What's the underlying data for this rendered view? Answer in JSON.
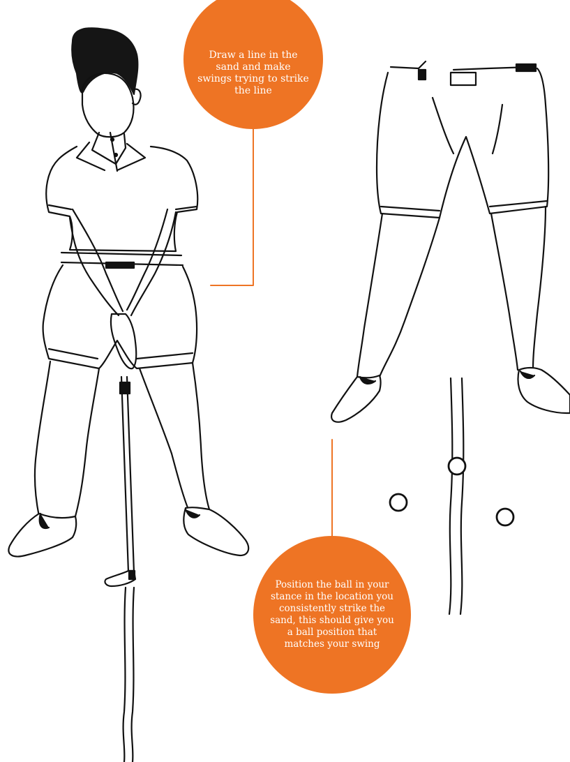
{
  "colors": {
    "accent": "#ee7424",
    "ink": "#111111",
    "hair": "#151515"
  },
  "callouts": {
    "top_text": "Draw a line in the sand and make swings trying to strike the line",
    "bottom_text": "Position the ball in your stance in the location you consistently strike the sand, this should give you a ball position that matches your swing"
  },
  "illustration": {
    "front_golfer": "golfer-front-view",
    "lower_body": "golfer-legs-view",
    "balls_count_icon": "golf-ball-icon"
  }
}
